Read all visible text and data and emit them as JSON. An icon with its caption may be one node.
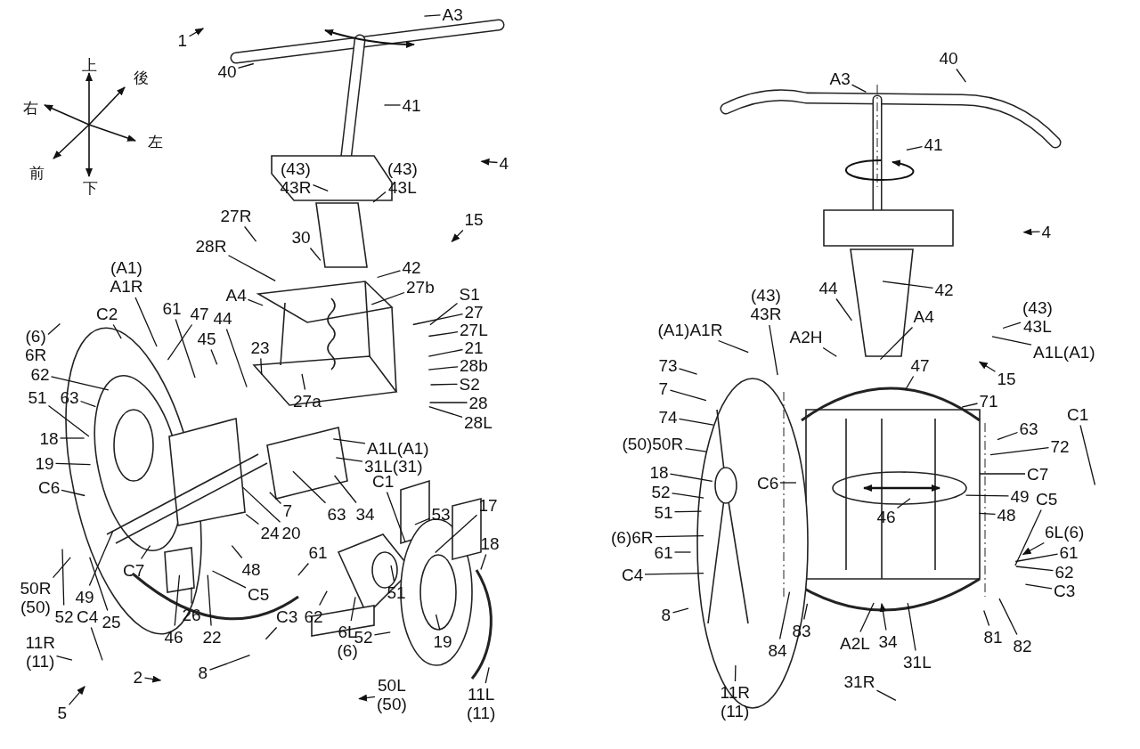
{
  "diagram": {
    "nodes": [
      {
        "text": [
          "1"
        ]
      },
      {
        "text": [
          "40"
        ]
      },
      {
        "text": [
          "A3"
        ]
      },
      {
        "text": [
          "41"
        ]
      },
      {
        "text": [
          "4"
        ]
      },
      {
        "text": [
          "(43) 43R"
        ]
      },
      {
        "text": [
          "(43) 43L"
        ]
      },
      {
        "text": [
          "27R"
        ]
      },
      {
        "text": [
          "28R"
        ]
      },
      {
        "text": [
          "30"
        ]
      },
      {
        "text": [
          "15"
        ]
      },
      {
        "text": [
          "42"
        ]
      },
      {
        "text": [
          "27b"
        ]
      },
      {
        "text": [
          "S1"
        ]
      },
      {
        "text": [
          "27"
        ]
      },
      {
        "text": [
          "27L"
        ]
      },
      {
        "text": [
          "21"
        ]
      },
      {
        "text": [
          "28b"
        ]
      },
      {
        "text": [
          "S2"
        ]
      },
      {
        "text": [
          "28"
        ]
      },
      {
        "text": [
          "28L"
        ]
      },
      {
        "text": [
          "A4"
        ]
      },
      {
        "text": [
          "(A1) A1R"
        ]
      },
      {
        "text": [
          "61"
        ]
      },
      {
        "text": [
          "47"
        ]
      },
      {
        "text": [
          "44"
        ]
      },
      {
        "text": [
          "45"
        ]
      },
      {
        "text": [
          "23"
        ]
      },
      {
        "text": [
          "27a"
        ]
      },
      {
        "text": [
          "C2"
        ]
      },
      {
        "text": [
          "(6) 6R"
        ]
      },
      {
        "text": [
          "62"
        ]
      },
      {
        "text": [
          "51"
        ]
      },
      {
        "text": [
          "63"
        ]
      },
      {
        "text": [
          "18"
        ]
      },
      {
        "text": [
          "19"
        ]
      },
      {
        "text": [
          "C6"
        ]
      },
      {
        "text": [
          "A1L(A1)"
        ]
      },
      {
        "text": [
          "31L(31)"
        ]
      },
      {
        "text": [
          "C1"
        ]
      },
      {
        "text": [
          "63"
        ]
      },
      {
        "text": [
          "34"
        ]
      },
      {
        "text": [
          "53"
        ]
      },
      {
        "text": [
          "17"
        ]
      },
      {
        "text": [
          "18"
        ]
      },
      {
        "text": [
          "7"
        ]
      },
      {
        "text": [
          "24"
        ]
      },
      {
        "text": [
          "20"
        ]
      },
      {
        "text": [
          "61"
        ]
      },
      {
        "text": [
          "48"
        ]
      },
      {
        "text": [
          "C5"
        ]
      },
      {
        "text": [
          "C3"
        ]
      },
      {
        "text": [
          "62"
        ]
      },
      {
        "text": [
          "6L (6)"
        ]
      },
      {
        "text": [
          "52"
        ]
      },
      {
        "text": [
          "51"
        ]
      },
      {
        "text": [
          "50L (50)"
        ]
      },
      {
        "text": [
          "19"
        ]
      },
      {
        "text": [
          "11L (11)"
        ]
      },
      {
        "text": [
          "50R (50)"
        ]
      },
      {
        "text": [
          "49"
        ]
      },
      {
        "text": [
          "52"
        ]
      },
      {
        "text": [
          "C4"
        ]
      },
      {
        "text": [
          "C7"
        ]
      },
      {
        "text": [
          "25"
        ]
      },
      {
        "text": [
          "11R (11)"
        ]
      },
      {
        "text": [
          "46"
        ]
      },
      {
        "text": [
          "26"
        ]
      },
      {
        "text": [
          "22"
        ]
      },
      {
        "text": [
          "8"
        ]
      },
      {
        "text": [
          "2"
        ]
      },
      {
        "text": [
          "5"
        ]
      },
      {
        "text": [
          "A3"
        ]
      },
      {
        "text": [
          "40"
        ]
      },
      {
        "text": [
          "41"
        ]
      },
      {
        "text": [
          "4"
        ]
      },
      {
        "text": [
          "42"
        ]
      },
      {
        "text": [
          "44"
        ]
      },
      {
        "text": [
          "(43) 43R"
        ]
      },
      {
        "text": [
          "A4"
        ]
      },
      {
        "text": [
          "(43) 43L"
        ]
      },
      {
        "text": [
          "(A1)A1R"
        ]
      },
      {
        "text": [
          "A2H"
        ]
      },
      {
        "text": [
          "A1L(A1)"
        ]
      },
      {
        "text": [
          "73"
        ]
      },
      {
        "text": [
          "47"
        ]
      },
      {
        "text": [
          "15"
        ]
      },
      {
        "text": [
          "7"
        ]
      },
      {
        "text": [
          "71"
        ]
      },
      {
        "text": [
          "C1"
        ]
      },
      {
        "text": [
          "74"
        ]
      },
      {
        "text": [
          "63"
        ]
      },
      {
        "text": [
          "(50)50R"
        ]
      },
      {
        "text": [
          "72"
        ]
      },
      {
        "text": [
          "18"
        ]
      },
      {
        "text": [
          "C7"
        ]
      },
      {
        "text": [
          "C6"
        ]
      },
      {
        "text": [
          "52"
        ]
      },
      {
        "text": [
          "C5"
        ]
      },
      {
        "text": [
          "49"
        ]
      },
      {
        "text": [
          "51"
        ]
      },
      {
        "text": [
          "46"
        ]
      },
      {
        "text": [
          "48"
        ]
      },
      {
        "text": [
          "6L(6)"
        ]
      },
      {
        "text": [
          "(6)6R"
        ]
      },
      {
        "text": [
          "61"
        ]
      },
      {
        "text": [
          "61"
        ]
      },
      {
        "text": [
          "C4"
        ]
      },
      {
        "text": [
          "62"
        ]
      },
      {
        "text": [
          "C3"
        ]
      },
      {
        "text": [
          "8"
        ]
      },
      {
        "text": [
          "83"
        ]
      },
      {
        "text": [
          "84"
        ]
      },
      {
        "text": [
          "A2L"
        ]
      },
      {
        "text": [
          "34"
        ]
      },
      {
        "text": [
          "31L"
        ]
      },
      {
        "text": [
          "81"
        ]
      },
      {
        "text": [
          "82"
        ]
      },
      {
        "text": [
          "31R"
        ]
      },
      {
        "text": [
          "11R (11)"
        ]
      }
    ],
    "edges": [
      {
        "from": 0,
        "to": null,
        "arrow": "to"
      },
      {
        "from": 1,
        "to": null,
        "arrow": "none"
      },
      {
        "from": 2,
        "to": null,
        "arrow": "none"
      },
      {
        "from": 3,
        "to": null,
        "arrow": "none"
      },
      {
        "from": 4,
        "to": null,
        "arrow": "to"
      },
      {
        "from": 5,
        "to": null,
        "arrow": "none"
      },
      {
        "from": 6,
        "to": null,
        "arrow": "none"
      },
      {
        "from": 7,
        "to": null,
        "arrow": "none"
      },
      {
        "from": 8,
        "to": null,
        "arrow": "none"
      },
      {
        "from": 9,
        "to": null,
        "arrow": "none"
      },
      {
        "from": 10,
        "to": null,
        "arrow": "to"
      },
      {
        "from": 11,
        "to": null,
        "arrow": "none"
      },
      {
        "from": 12,
        "to": null,
        "arrow": "none"
      },
      {
        "from": 13,
        "to": null,
        "arrow": "none"
      },
      {
        "from": 14,
        "to": null,
        "arrow": "none"
      },
      {
        "from": 15,
        "to": null,
        "arrow": "none"
      },
      {
        "from": 16,
        "to": null,
        "arrow": "none"
      },
      {
        "from": 17,
        "to": null,
        "arrow": "none"
      },
      {
        "from": 18,
        "to": null,
        "arrow": "none"
      },
      {
        "from": 19,
        "to": null,
        "arrow": "none"
      },
      {
        "from": 20,
        "to": null,
        "arrow": "none"
      },
      {
        "from": 21,
        "to": null,
        "arrow": "none"
      },
      {
        "from": 22,
        "to": null,
        "arrow": "none"
      },
      {
        "from": 23,
        "to": null,
        "arrow": "none"
      },
      {
        "from": 24,
        "to": null,
        "arrow": "none"
      },
      {
        "from": 25,
        "to": null,
        "arrow": "none"
      },
      {
        "from": 26,
        "to": null,
        "arrow": "none"
      },
      {
        "from": 27,
        "to": null,
        "arrow": "none"
      },
      {
        "from": 28,
        "to": null,
        "arrow": "none"
      },
      {
        "from": 29,
        "to": null,
        "arrow": "none"
      },
      {
        "from": 30,
        "to": null,
        "arrow": "none"
      },
      {
        "from": 31,
        "to": null,
        "arrow": "none"
      },
      {
        "from": 32,
        "to": null,
        "arrow": "none"
      },
      {
        "from": 33,
        "to": null,
        "arrow": "none"
      },
      {
        "from": 34,
        "to": null,
        "arrow": "none"
      },
      {
        "from": 35,
        "to": null,
        "arrow": "none"
      },
      {
        "from": 36,
        "to": null,
        "arrow": "none"
      },
      {
        "from": 37,
        "to": null,
        "arrow": "none"
      },
      {
        "from": 38,
        "to": null,
        "arrow": "none"
      },
      {
        "from": 39,
        "to": null,
        "arrow": "none"
      },
      {
        "from": 40,
        "to": null,
        "arrow": "none"
      },
      {
        "from": 41,
        "to": null,
        "arrow": "none"
      },
      {
        "from": 42,
        "to": null,
        "arrow": "none"
      },
      {
        "from": 43,
        "to": null,
        "arrow": "none"
      },
      {
        "from": 44,
        "to": null,
        "arrow": "none"
      },
      {
        "from": 45,
        "to": null,
        "arrow": "none"
      },
      {
        "from": 46,
        "to": null,
        "arrow": "none"
      },
      {
        "from": 47,
        "to": null,
        "arrow": "none"
      },
      {
        "from": 48,
        "to": null,
        "arrow": "none"
      },
      {
        "from": 49,
        "to": null,
        "arrow": "none"
      },
      {
        "from": 50,
        "to": null,
        "arrow": "none"
      },
      {
        "from": 51,
        "to": null,
        "arrow": "none"
      },
      {
        "from": 52,
        "to": null,
        "arrow": "none"
      },
      {
        "from": 53,
        "to": null,
        "arrow": "none"
      },
      {
        "from": 54,
        "to": null,
        "arrow": "none"
      },
      {
        "from": 55,
        "to": null,
        "arrow": "none"
      },
      {
        "from": 56,
        "to": null,
        "arrow": "to"
      },
      {
        "from": 57,
        "to": null,
        "arrow": "none"
      },
      {
        "from": 58,
        "to": null,
        "arrow": "none"
      },
      {
        "from": 59,
        "to": null,
        "arrow": "none"
      },
      {
        "from": 60,
        "to": null,
        "arrow": "none"
      },
      {
        "from": 61,
        "to": null,
        "arrow": "none"
      },
      {
        "from": 62,
        "to": null,
        "arrow": "none"
      },
      {
        "from": 63,
        "to": null,
        "arrow": "none"
      },
      {
        "from": 64,
        "to": null,
        "arrow": "none"
      },
      {
        "from": 65,
        "to": null,
        "arrow": "none"
      },
      {
        "from": 66,
        "to": null,
        "arrow": "none"
      },
      {
        "from": 67,
        "to": null,
        "arrow": "none"
      },
      {
        "from": 68,
        "to": null,
        "arrow": "none"
      },
      {
        "from": 69,
        "to": null,
        "arrow": "none"
      },
      {
        "from": 70,
        "to": null,
        "arrow": "to"
      },
      {
        "from": 71,
        "to": null,
        "arrow": "to"
      },
      {
        "from": 72,
        "to": null,
        "arrow": "none"
      },
      {
        "from": 73,
        "to": null,
        "arrow": "none"
      },
      {
        "from": 74,
        "to": null,
        "arrow": "none"
      },
      {
        "from": 75,
        "to": null,
        "arrow": "to"
      },
      {
        "from": 76,
        "to": null,
        "arrow": "none"
      },
      {
        "from": 77,
        "to": null,
        "arrow": "none"
      },
      {
        "from": 78,
        "to": null,
        "arrow": "none"
      },
      {
        "from": 79,
        "to": null,
        "arrow": "none"
      },
      {
        "from": 80,
        "to": null,
        "arrow": "none"
      },
      {
        "from": 81,
        "to": null,
        "arrow": "none"
      },
      {
        "from": 82,
        "to": null,
        "arrow": "none"
      },
      {
        "from": 83,
        "to": null,
        "arrow": "none"
      },
      {
        "from": 84,
        "to": null,
        "arrow": "none"
      },
      {
        "from": 85,
        "to": null,
        "arrow": "none"
      },
      {
        "from": 86,
        "to": null,
        "arrow": "to"
      },
      {
        "from": 87,
        "to": null,
        "arrow": "none"
      },
      {
        "from": 88,
        "to": null,
        "arrow": "none"
      },
      {
        "from": 89,
        "to": null,
        "arrow": "none"
      },
      {
        "from": 90,
        "to": null,
        "arrow": "none"
      },
      {
        "from": 91,
        "to": null,
        "arrow": "none"
      },
      {
        "from": 92,
        "to": null,
        "arrow": "none"
      },
      {
        "from": 93,
        "to": null,
        "arrow": "none"
      },
      {
        "from": 94,
        "to": null,
        "arrow": "none"
      },
      {
        "from": 95,
        "to": null,
        "arrow": "none"
      },
      {
        "from": 96,
        "to": null,
        "arrow": "none"
      },
      {
        "from": 97,
        "to": null,
        "arrow": "none"
      },
      {
        "from": 98,
        "to": null,
        "arrow": "none"
      },
      {
        "from": 99,
        "to": null,
        "arrow": "none"
      },
      {
        "from": 100,
        "to": null,
        "arrow": "none"
      },
      {
        "from": 101,
        "to": null,
        "arrow": "none"
      },
      {
        "from": 102,
        "to": null,
        "arrow": "none"
      },
      {
        "from": 103,
        "to": null,
        "arrow": "to"
      },
      {
        "from": 104,
        "to": null,
        "arrow": "none"
      },
      {
        "from": 105,
        "to": null,
        "arrow": "none"
      },
      {
        "from": 106,
        "to": null,
        "arrow": "none"
      },
      {
        "from": 107,
        "to": null,
        "arrow": "none"
      },
      {
        "from": 108,
        "to": null,
        "arrow": "none"
      },
      {
        "from": 109,
        "to": null,
        "arrow": "none"
      },
      {
        "from": 110,
        "to": null,
        "arrow": "none"
      },
      {
        "from": 111,
        "to": null,
        "arrow": "none"
      },
      {
        "from": 112,
        "to": null,
        "arrow": "none"
      },
      {
        "from": 113,
        "to": null,
        "arrow": "none"
      },
      {
        "from": 114,
        "to": null,
        "arrow": "to"
      },
      {
        "from": 115,
        "to": null,
        "arrow": "none"
      },
      {
        "from": 116,
        "to": null,
        "arrow": "none"
      },
      {
        "from": 117,
        "to": null,
        "arrow": "none"
      },
      {
        "from": 118,
        "to": null,
        "arrow": "none"
      },
      {
        "from": 119,
        "to": null,
        "arrow": "none"
      }
    ],
    "labels": [
      "上",
      "後",
      "右",
      "左",
      "前",
      "下"
    ]
  }
}
